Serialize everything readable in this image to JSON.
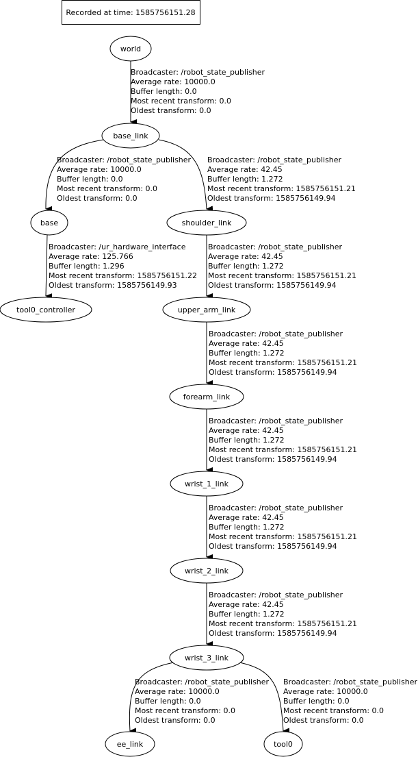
{
  "header": {
    "recorded": "Recorded at time: 1585756151.28"
  },
  "nodes": {
    "world": "world",
    "base_link": "base_link",
    "base": "base",
    "shoulder_link": "shoulder_link",
    "tool0_controller": "tool0_controller",
    "upper_arm_link": "upper_arm_link",
    "forearm_link": "forearm_link",
    "wrist_1_link": "wrist_1_link",
    "wrist_2_link": "wrist_2_link",
    "wrist_3_link": "wrist_3_link",
    "ee_link": "ee_link",
    "tool0": "tool0"
  },
  "edges": [
    {
      "id": "world-base_link",
      "lines": [
        "Broadcaster: /robot_state_publisher",
        "Average rate: 10000.0",
        "Buffer length: 0.0",
        "Most recent transform: 0.0",
        "Oldest transform: 0.0"
      ]
    },
    {
      "id": "base_link-base",
      "lines": [
        "Broadcaster: /robot_state_publisher",
        "Average rate: 10000.0",
        "Buffer length: 0.0",
        "Most recent transform: 0.0",
        "Oldest transform: 0.0"
      ]
    },
    {
      "id": "base_link-shoulder_link",
      "lines": [
        "Broadcaster: /robot_state_publisher",
        "Average rate: 42.45",
        "Buffer length: 1.272",
        "Most recent transform: 1585756151.21",
        "Oldest transform: 1585756149.94"
      ]
    },
    {
      "id": "base-tool0_controller",
      "lines": [
        "Broadcaster: /ur_hardware_interface",
        "Average rate: 125.766",
        "Buffer length: 1.296",
        "Most recent transform: 1585756151.22",
        "Oldest transform: 1585756149.93"
      ]
    },
    {
      "id": "shoulder_link-upper_arm_link",
      "lines": [
        "Broadcaster: /robot_state_publisher",
        "Average rate: 42.45",
        "Buffer length: 1.272",
        "Most recent transform: 1585756151.21",
        "Oldest transform: 1585756149.94"
      ]
    },
    {
      "id": "upper_arm_link-forearm_link",
      "lines": [
        "Broadcaster: /robot_state_publisher",
        "Average rate: 42.45",
        "Buffer length: 1.272",
        "Most recent transform: 1585756151.21",
        "Oldest transform: 1585756149.94"
      ]
    },
    {
      "id": "forearm_link-wrist_1_link",
      "lines": [
        "Broadcaster: /robot_state_publisher",
        "Average rate: 42.45",
        "Buffer length: 1.272",
        "Most recent transform: 1585756151.21",
        "Oldest transform: 1585756149.94"
      ]
    },
    {
      "id": "wrist_1_link-wrist_2_link",
      "lines": [
        "Broadcaster: /robot_state_publisher",
        "Average rate: 42.45",
        "Buffer length: 1.272",
        "Most recent transform: 1585756151.21",
        "Oldest transform: 1585756149.94"
      ]
    },
    {
      "id": "wrist_2_link-wrist_3_link",
      "lines": [
        "Broadcaster: /robot_state_publisher",
        "Average rate: 42.45",
        "Buffer length: 1.272",
        "Most recent transform: 1585756151.21",
        "Oldest transform: 1585756149.94"
      ]
    },
    {
      "id": "wrist_3_link-ee_link",
      "lines": [
        "Broadcaster: /robot_state_publisher",
        "Average rate: 10000.0",
        "Buffer length: 0.0",
        "Most recent transform: 0.0",
        "Oldest transform: 0.0"
      ]
    },
    {
      "id": "wrist_3_link-tool0",
      "lines": [
        "Broadcaster: /robot_state_publisher",
        "Average rate: 10000.0",
        "Buffer length: 0.0",
        "Most recent transform: 0.0",
        "Oldest transform: 0.0"
      ]
    }
  ]
}
